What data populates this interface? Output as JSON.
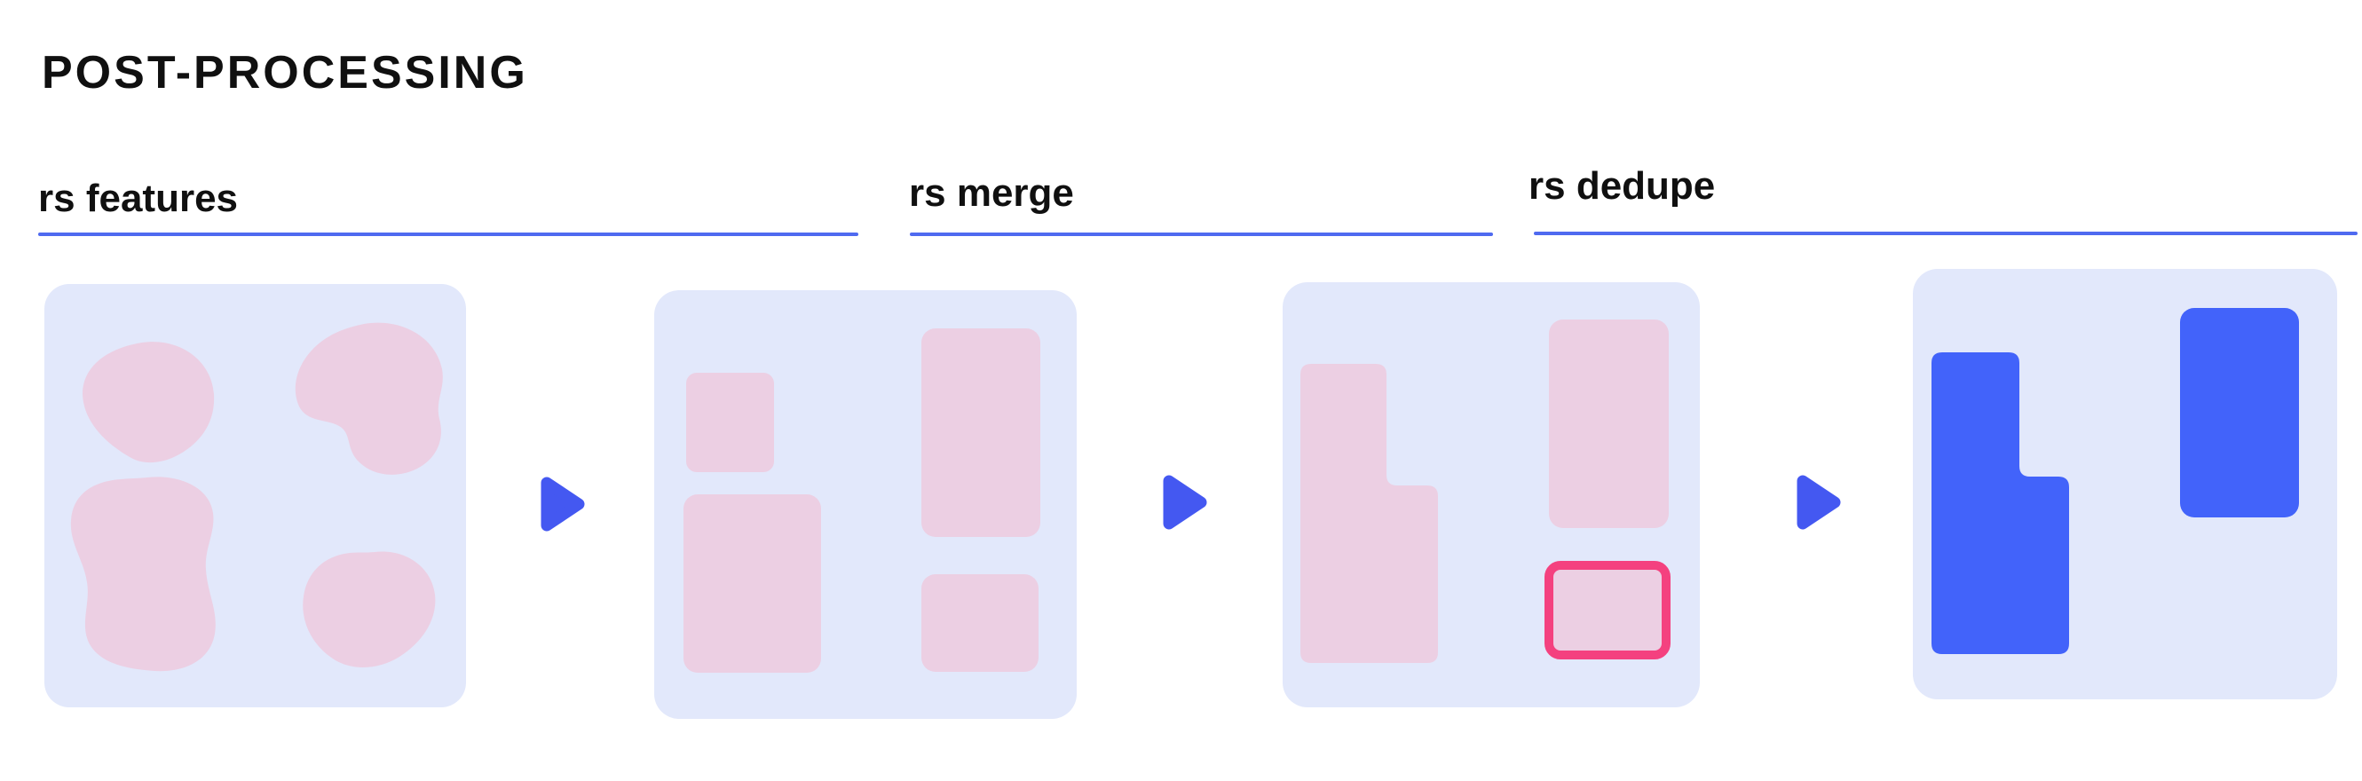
{
  "title": "POST-PROCESSING",
  "stages": [
    {
      "label": "rs features"
    },
    {
      "label": "rs merge"
    },
    {
      "label": "rs dedupe"
    }
  ],
  "icons": {
    "arrow": "play-triangle-right-icon"
  },
  "colors": {
    "ink": "#101010",
    "page-bg": "#ffffff",
    "panel": "#e2e8fb",
    "pink": "#eccfe3",
    "hot-pink": "#f4417f",
    "blue": "#4263fa",
    "arrow-blue": "#4458f1",
    "underline": "#4f6af0"
  }
}
